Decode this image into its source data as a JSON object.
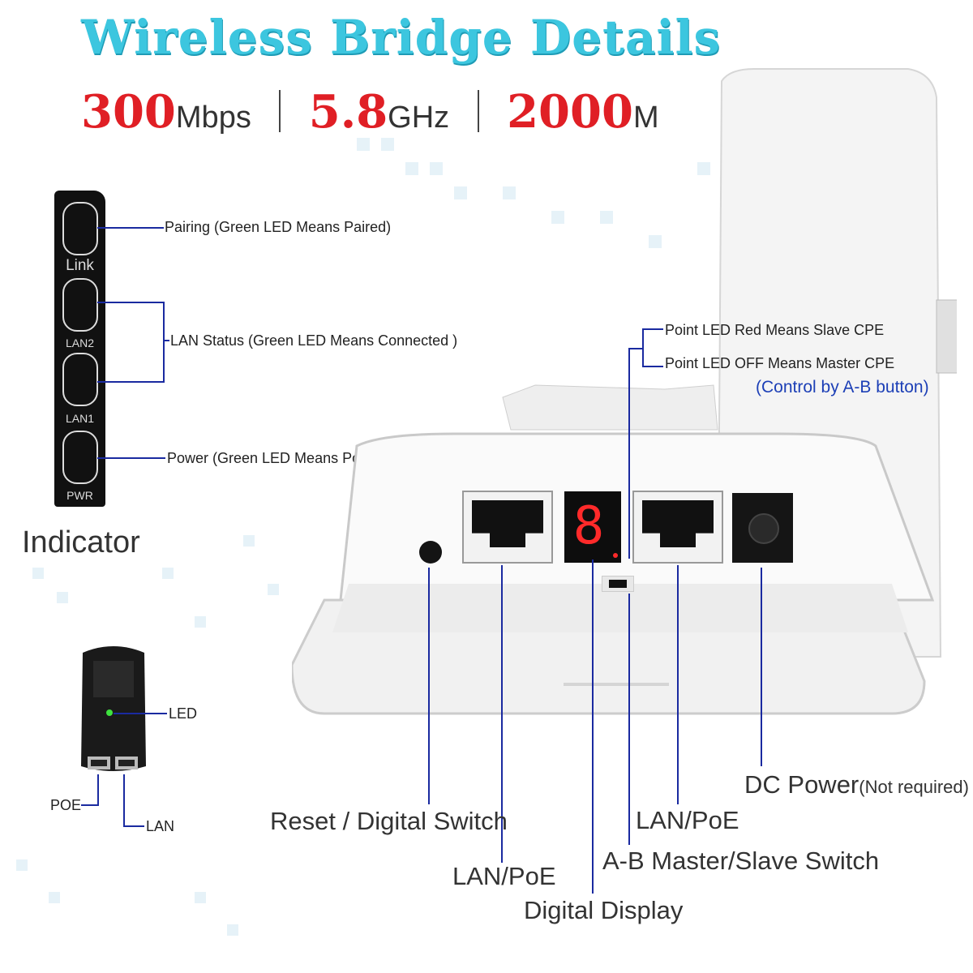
{
  "header": {
    "title": "Wireless Bridge Details",
    "specs": [
      {
        "value": "300",
        "unit": "Mbps"
      },
      {
        "value": "5.8",
        "unit": "GHz"
      },
      {
        "value": "2000",
        "unit": "M"
      }
    ]
  },
  "indicator_panel": {
    "title": "Indicator",
    "leds": [
      {
        "label": "Link",
        "description": "Pairing (Green LED Means Paired)"
      },
      {
        "label": "LAN2",
        "description": "LAN Status (Green LED Means Connected )"
      },
      {
        "label": "LAN1"
      },
      {
        "label": "PWR",
        "description": "Power (Green LED Means Power On)"
      }
    ]
  },
  "poe_adapter": {
    "led_label": "LED",
    "poe_label": "POE",
    "lan_label": "LAN"
  },
  "device": {
    "display_digit": "8",
    "point_led_red": "Point LED Red Means Slave CPE",
    "point_led_off": "Point LED OFF Means Master CPE",
    "control_note": "(Control by A-B button)",
    "ports": {
      "reset": "Reset / Digital Switch",
      "lan_poe_1": "LAN/PoE",
      "digital_display": "Digital Display",
      "ab_switch": "A-B Master/Slave Switch",
      "lan_poe_2": "LAN/PoE",
      "dc_power": "DC Power",
      "dc_power_note": "(Not required)"
    }
  }
}
